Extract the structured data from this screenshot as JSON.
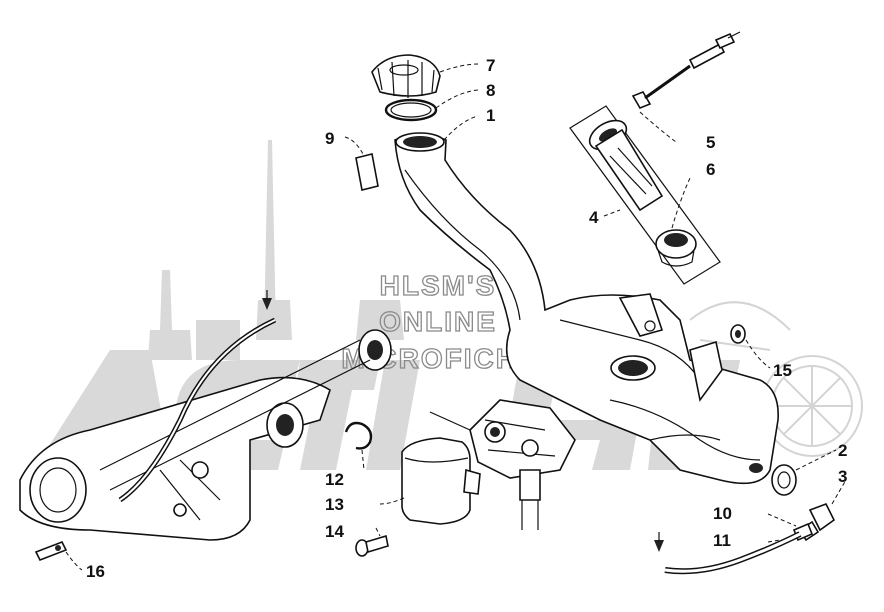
{
  "watermark": {
    "lines": [
      "HLSM'S",
      "ONLINE",
      "MICROFICHE"
    ]
  },
  "callouts": [
    {
      "id": "1",
      "label": "1"
    },
    {
      "id": "2",
      "label": "2"
    },
    {
      "id": "3",
      "label": "3"
    },
    {
      "id": "4",
      "label": "4"
    },
    {
      "id": "5",
      "label": "5"
    },
    {
      "id": "6",
      "label": "6"
    },
    {
      "id": "7",
      "label": "7"
    },
    {
      "id": "8",
      "label": "8"
    },
    {
      "id": "9",
      "label": "9"
    },
    {
      "id": "10",
      "label": "10"
    },
    {
      "id": "11",
      "label": "11"
    },
    {
      "id": "12",
      "label": "12"
    },
    {
      "id": "13",
      "label": "13"
    },
    {
      "id": "14",
      "label": "14"
    },
    {
      "id": "15",
      "label": "15"
    },
    {
      "id": "16",
      "label": "16"
    }
  ],
  "colors": {
    "line_art": "#111111",
    "watermark": "#d9d9d9",
    "background": "#ffffff"
  }
}
